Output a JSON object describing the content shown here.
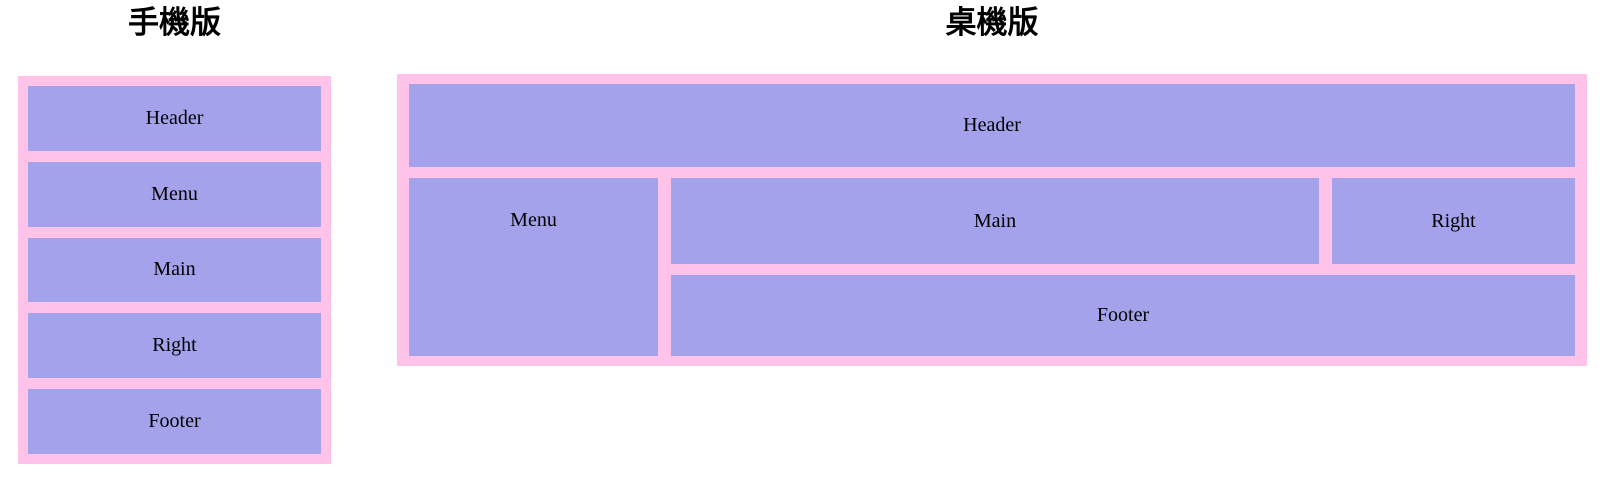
{
  "colors": {
    "page_background": "#ffffff",
    "container_pink": "#ffc2e8",
    "box_purple": "#a3a2ea",
    "label_text": "#000000",
    "title_text": "#000000"
  },
  "mobile": {
    "title": "手機版",
    "boxes": [
      {
        "label": "Header"
      },
      {
        "label": "Menu"
      },
      {
        "label": "Main"
      },
      {
        "label": "Right"
      },
      {
        "label": "Footer"
      }
    ]
  },
  "desktop": {
    "title": "桌機版",
    "areas": {
      "header": "Header",
      "menu": "Menu",
      "main": "Main",
      "right": "Right",
      "footer": "Footer"
    }
  }
}
